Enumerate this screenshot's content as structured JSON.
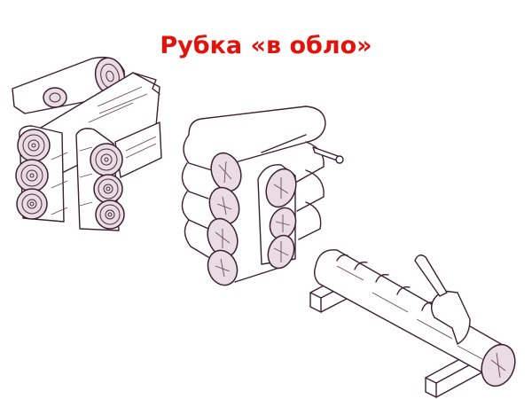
{
  "slide": {
    "title": "Рубка «в обло»",
    "title_color": "#e3120b",
    "ink_color": "#3d1f2e",
    "background": "#ffffff"
  },
  "figures": [
    {
      "name": "log-corner-assembled",
      "description": "Assembled log corner joint with ringed log ends"
    },
    {
      "name": "log-corner-schematic",
      "description": "Schematic log corner with cut log ends and dowel"
    },
    {
      "name": "log-on-supports-with-axe",
      "description": "Log on two support blocks being notched with an axe"
    }
  ]
}
